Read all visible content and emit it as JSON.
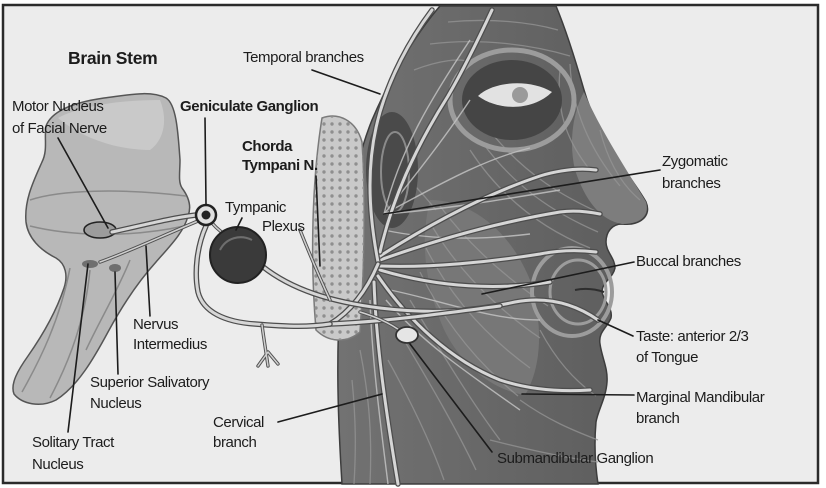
{
  "diagram": {
    "labels": {
      "brain_stem": "Brain Stem",
      "temporal_branches": "Temporal branches",
      "motor_nucleus": [
        "Motor Nucleus",
        "of Facial Nerve"
      ],
      "geniculate_ganglion": "Geniculate Ganglion",
      "chorda_tympani": [
        "Chorda",
        "Tympani N."
      ],
      "tympanic_plexus": [
        "Tympanic",
        "Plexus"
      ],
      "zygomatic_branches": [
        "Zygomatic",
        "branches"
      ],
      "buccal_branches": "Buccal branches",
      "nervus_intermedius": [
        "Nervus",
        "Intermedius"
      ],
      "taste_tongue": [
        "Taste: anterior 2/3",
        "of Tongue"
      ],
      "superior_salivatory_nucleus": [
        "Superior Salivatory",
        "Nucleus"
      ],
      "marginal_mandibular_branch": [
        "Marginal Mandibular",
        "branch"
      ],
      "cervical_branch": [
        "Cervical",
        "branch"
      ],
      "solitary_tract_nucleus": [
        "Solitary Tract",
        "Nucleus"
      ],
      "submandibular_ganglion": "Submandibular Ganglion"
    },
    "colors": {
      "background": "#ececec",
      "frame": "#2b2b2b",
      "text": "#1c1c1c",
      "nerve": "#d6d6d6",
      "tissue": "#676767",
      "brain_stem": "#b8b8b8"
    }
  }
}
